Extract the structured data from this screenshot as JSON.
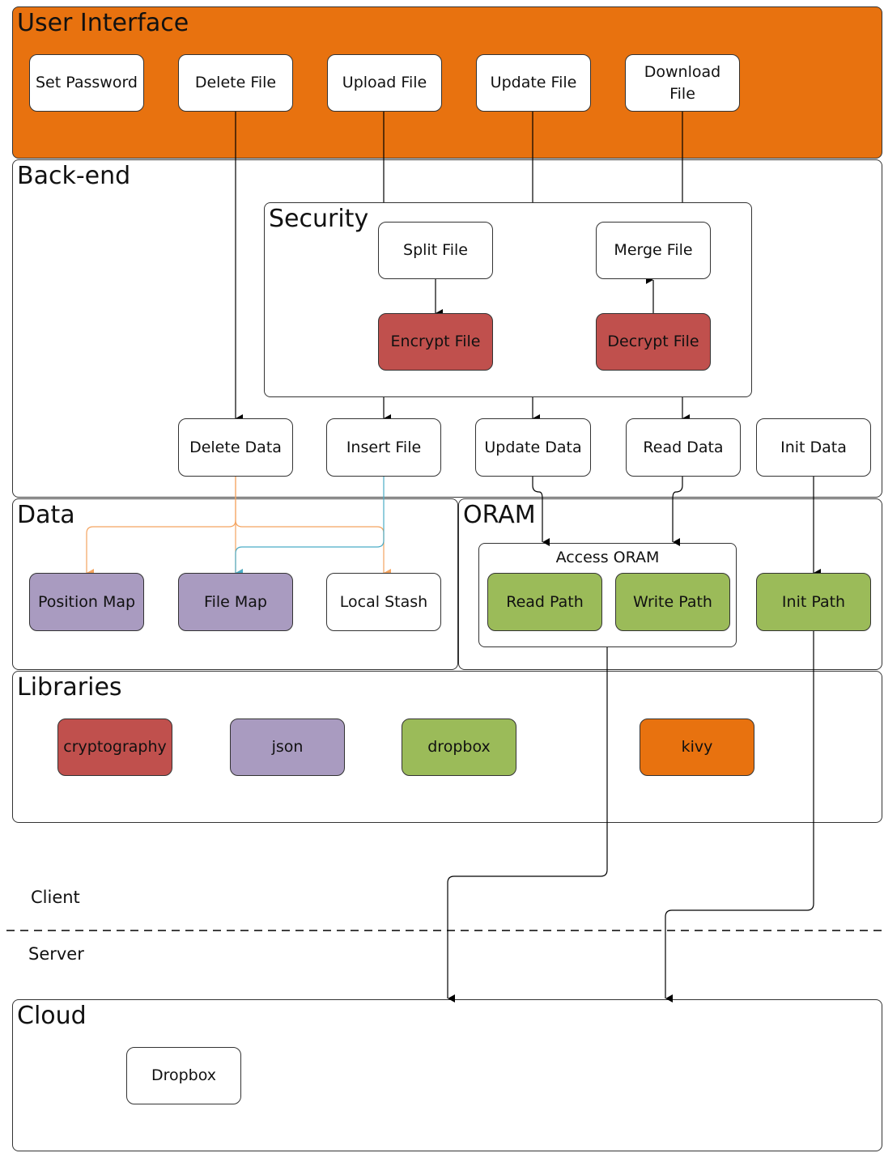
{
  "colors": {
    "ui_orange": "#E8720F",
    "security_red": "#C0504D",
    "data_purple": "#A99BC0",
    "oram_green": "#9BBB59",
    "orange_wire": "#F4A460",
    "teal_wire": "#4BACC6",
    "line": "#000000"
  },
  "user_interface": {
    "title": "User Interface",
    "set_password": "Set Password",
    "delete_file": "Delete File",
    "upload_file": "Upload File",
    "update_file": "Update File",
    "download_file": "Download File"
  },
  "backend": {
    "title": "Back-end",
    "security": {
      "title": "Security",
      "split_file": "Split File",
      "encrypt_file": "Encrypt File",
      "merge_file": "Merge File",
      "decrypt_file": "Decrypt File"
    },
    "delete_data": "Delete Data",
    "insert_file": "Insert File",
    "update_data": "Update Data",
    "read_data": "Read Data",
    "init_data": "Init Data"
  },
  "data": {
    "title": "Data",
    "position_map": "Position Map",
    "file_map": "File Map",
    "local_stash": "Local Stash"
  },
  "oram": {
    "title": "ORAM",
    "access_oram": "Access ORAM",
    "read_path": "Read Path",
    "write_path": "Write Path",
    "init_path": "Init Path"
  },
  "libraries": {
    "title": "Libraries",
    "cryptography": "cryptography",
    "json": "json",
    "dropbox": "dropbox",
    "kivy": "kivy"
  },
  "boundary": {
    "client": "Client",
    "server": "Server"
  },
  "cloud": {
    "title": "Cloud",
    "dropbox": "Dropbox"
  }
}
